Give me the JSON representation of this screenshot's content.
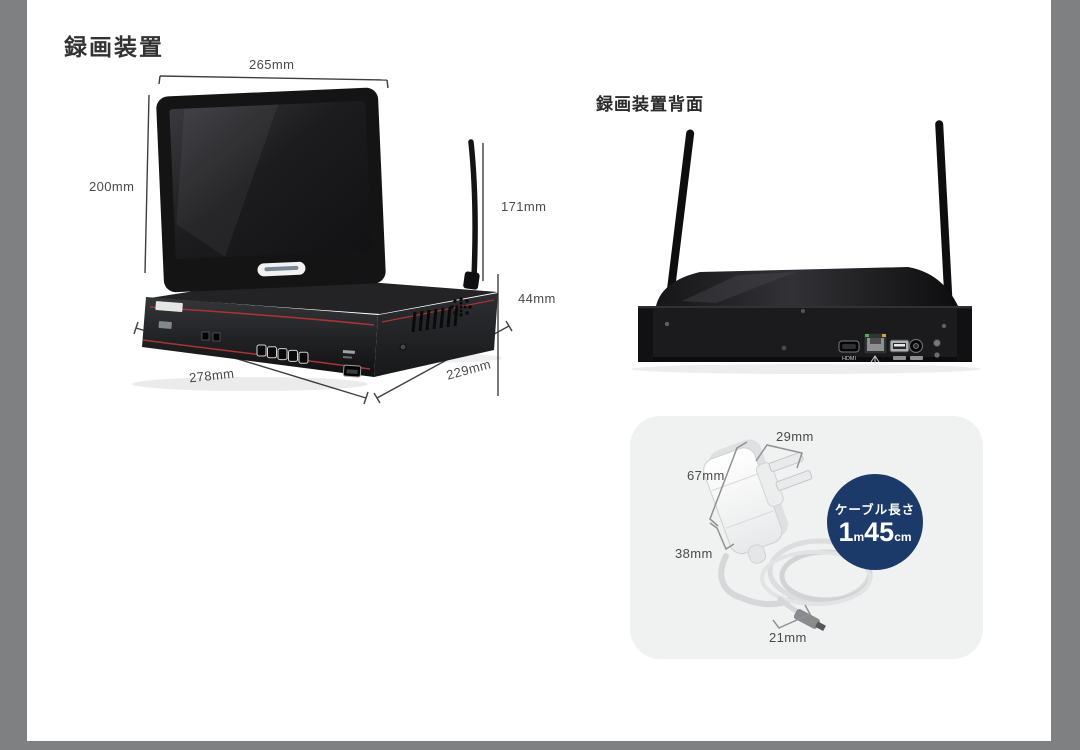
{
  "viewer": {
    "frame_color": "#7e8082",
    "canvas_color": "#ffffff"
  },
  "titles": {
    "main": "録画装置",
    "rear": "録画装置背面"
  },
  "front_view": {
    "dims": {
      "monitor_width": "265mm",
      "monitor_height": "200mm",
      "antenna_height": "171mm",
      "body_height": "44mm",
      "body_width": "278mm",
      "body_depth": "229mm"
    }
  },
  "rear_view": {
    "hdmi_label": "HDMI"
  },
  "adapter": {
    "card_bg": "#f0f1f1",
    "dims": {
      "width_top": "29mm",
      "height_left": "67mm",
      "depth_left": "38mm",
      "plug_bottom": "21mm"
    },
    "badge": {
      "bg": "#1b3a69",
      "label": "ケーブル長さ",
      "big1": "1",
      "small1": "m",
      "big2": "45",
      "small2": "cm"
    }
  }
}
